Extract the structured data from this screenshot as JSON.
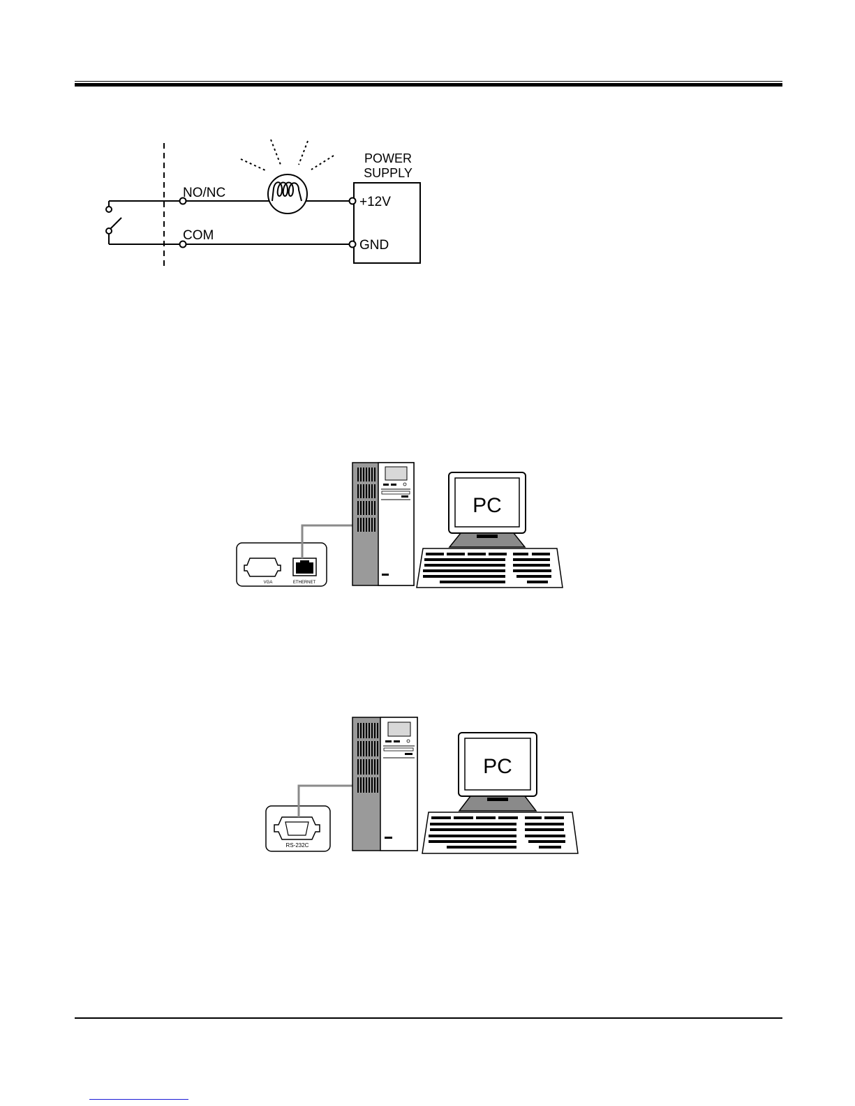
{
  "wiring": {
    "no_nc": "NO/NC",
    "com": "COM",
    "power_supply_line1": "POWER",
    "power_supply_line2": "SUPPLY",
    "plus12v": "+12V",
    "gnd": "GND"
  },
  "network": {
    "vga": "VGA",
    "ethernet": "ETHERNET",
    "pc": "PC"
  },
  "serial": {
    "rs232c": "RS-232C",
    "pc": "PC"
  }
}
